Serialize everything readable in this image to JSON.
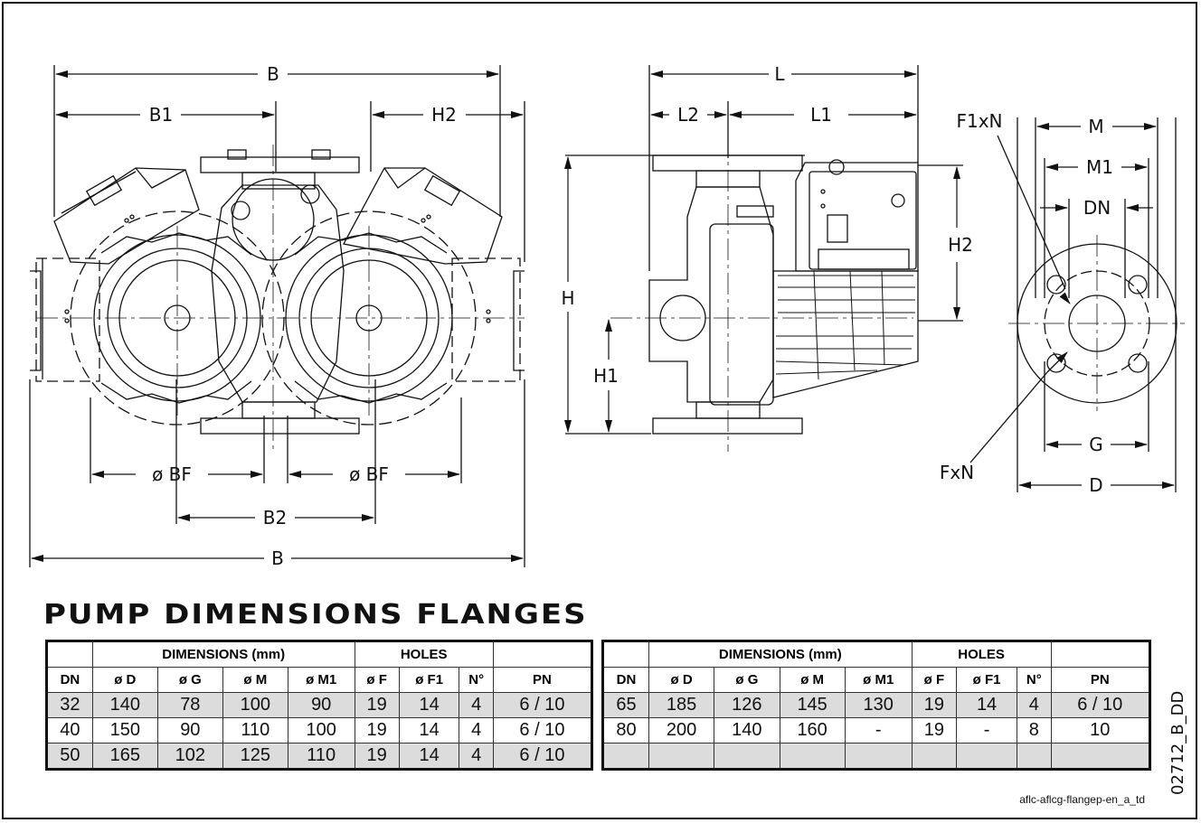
{
  "labels": {
    "B": "B",
    "B1": "B1",
    "H2": "H2",
    "BF": "ø  BF",
    "B2": "B2",
    "L": "L",
    "L2": "L2",
    "L1": "L1",
    "H": "H",
    "H1": "H1",
    "F1xN": "F1xN",
    "M": "M",
    "M1": "M1",
    "DN": "DN",
    "G": "G",
    "D": "D",
    "FxN": "FxN"
  },
  "title": "PUMP DIMENSIONS FLANGES",
  "table": {
    "group_dimensions": "DIMENSIONS (mm)",
    "group_holes": "HOLES",
    "columns": [
      "DN",
      "ø D",
      "ø G",
      "ø M",
      "ø M1",
      "ø F",
      "ø F1",
      "N°",
      "PN"
    ],
    "left_rows": [
      [
        "32",
        "140",
        "78",
        "100",
        "90",
        "19",
        "14",
        "4",
        "6 / 10"
      ],
      [
        "40",
        "150",
        "90",
        "110",
        "100",
        "19",
        "14",
        "4",
        "6 / 10"
      ],
      [
        "50",
        "165",
        "102",
        "125",
        "110",
        "19",
        "14",
        "4",
        "6 / 10"
      ]
    ],
    "right_rows": [
      [
        "65",
        "185",
        "126",
        "145",
        "130",
        "19",
        "14",
        "4",
        "6 / 10"
      ],
      [
        "80",
        "200",
        "140",
        "160",
        "-",
        "19",
        "-",
        "8",
        "10"
      ],
      [
        "",
        "",
        "",
        "",
        "",
        "",
        "",
        "",
        ""
      ]
    ]
  },
  "drawing_code": "02712_B_DD",
  "file_ref": "aflc-aflcg-flangep-en_a_td"
}
